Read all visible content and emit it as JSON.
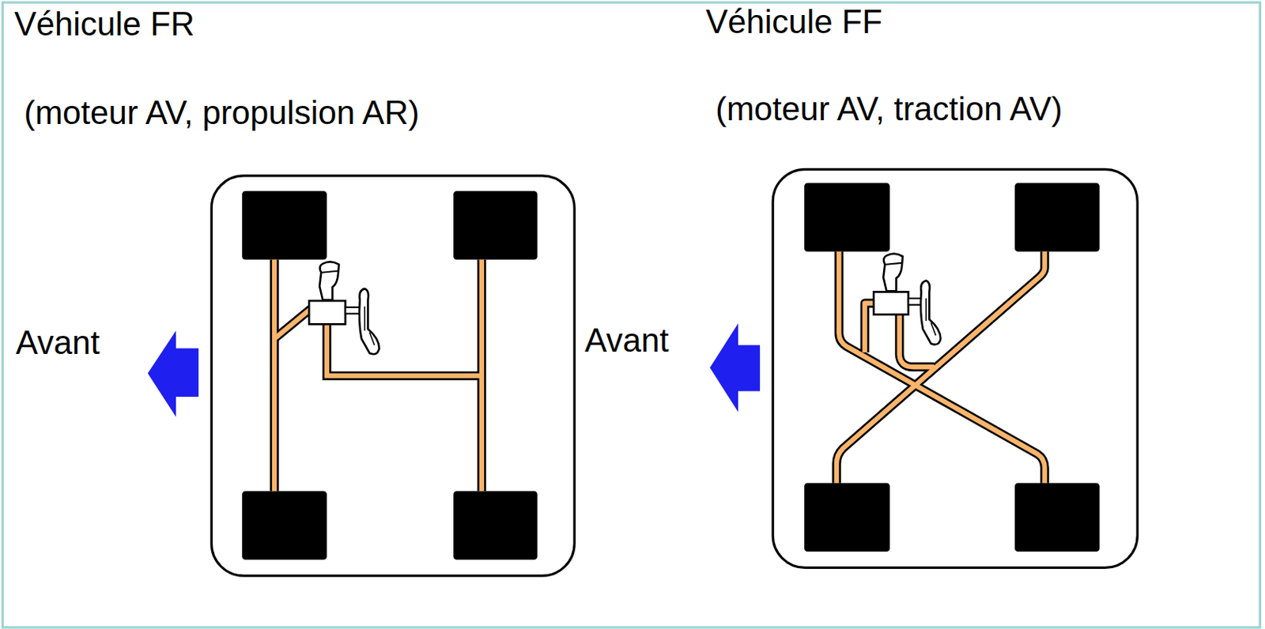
{
  "diagram": {
    "labels": [
      "Véhicule FR",
      "(moteur AV, propulsion AR)",
      "Avant",
      "Véhicule FF",
      "(moteur AV, traction AV)",
      "Avant"
    ]
  }
}
